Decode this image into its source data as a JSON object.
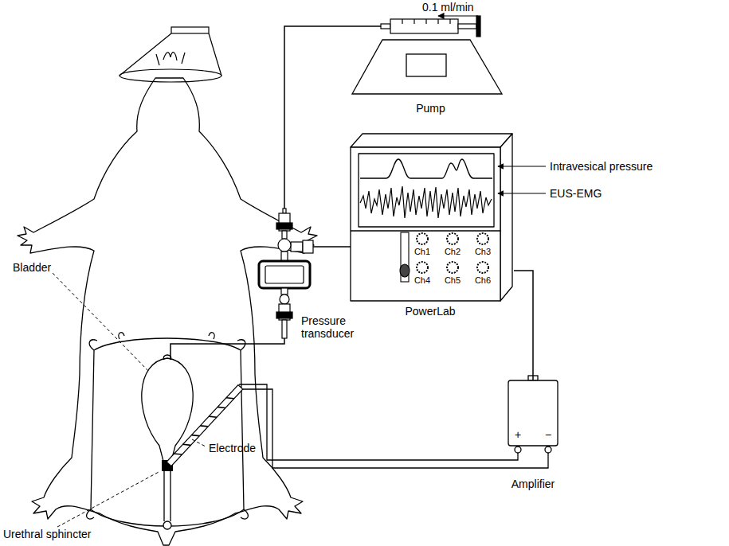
{
  "diagram": {
    "nodes": [
      {
        "text": [
          "Pump"
        ]
      },
      {
        "text": [
          "Pressure transducer"
        ]
      },
      {
        "text": [
          "PowerLab"
        ]
      },
      {
        "text": [
          "Amplifier"
        ]
      }
    ],
    "edges": [
      {
        "from": 0,
        "to": 1,
        "arrow": "none"
      },
      {
        "from": 1,
        "to": 2,
        "arrow": "none"
      },
      {
        "from": 3,
        "to": 2,
        "arrow": "none"
      }
    ],
    "labels": [
      "0.1 ml/min",
      "Intravesical pressure",
      "EUS-EMG",
      "Ch1",
      "Ch2",
      "Ch3",
      "Ch4",
      "Ch5",
      "Ch6",
      "Bladder",
      "Electrode",
      "Urethral sphincter",
      "+",
      "−"
    ]
  }
}
